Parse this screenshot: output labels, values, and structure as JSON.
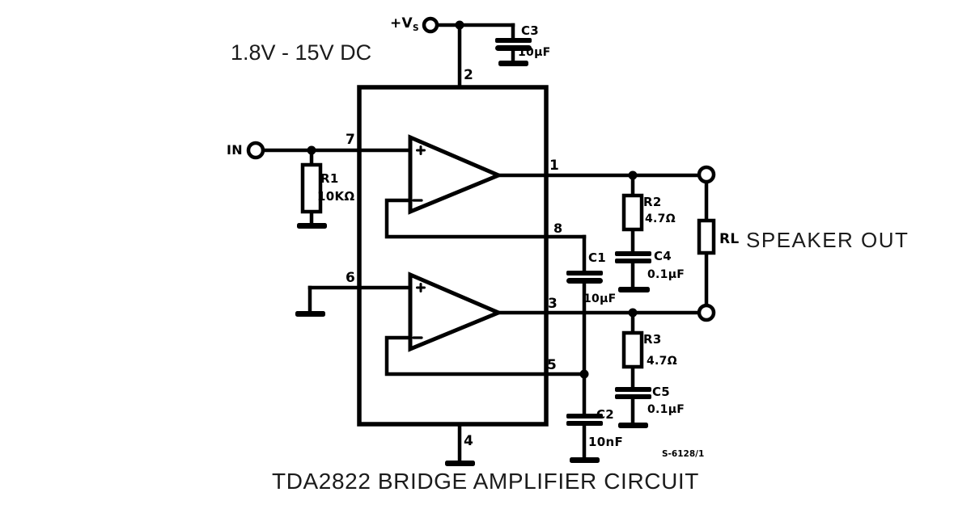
{
  "title": "TDA2822 BRIDGE AMPLIFIER CIRCUIT",
  "notes": {
    "supply_range": "1.8V - 15V DC",
    "speaker_out": "SPEAKER OUT",
    "ref_code": "S-6128/1"
  },
  "terminals": {
    "vs": {
      "label": "+V",
      "sub": "S"
    },
    "in": {
      "label": "IN"
    }
  },
  "ic": {
    "pins": {
      "p1": "1",
      "p2": "2",
      "p3": "3",
      "p4": "4",
      "p5": "5",
      "p6": "6",
      "p7": "7",
      "p8": "8"
    }
  },
  "components": {
    "r1": {
      "ref": "R1",
      "value": "10KΩ"
    },
    "r2": {
      "ref": "R2",
      "value": "4.7Ω"
    },
    "r3": {
      "ref": "R3",
      "value": "4.7Ω"
    },
    "rl": {
      "ref": "RL"
    },
    "c1": {
      "ref": "C1",
      "value": "10µF"
    },
    "c2": {
      "ref": "C2",
      "value": "10nF"
    },
    "c3": {
      "ref": "C3",
      "value": "10µF"
    },
    "c4": {
      "ref": "C4",
      "value": "0.1µF"
    },
    "c5": {
      "ref": "C5",
      "value": "0.1µF"
    }
  },
  "colors": {
    "line": "#000000",
    "background": "#ffffff",
    "caption": "#1b1b1b"
  }
}
